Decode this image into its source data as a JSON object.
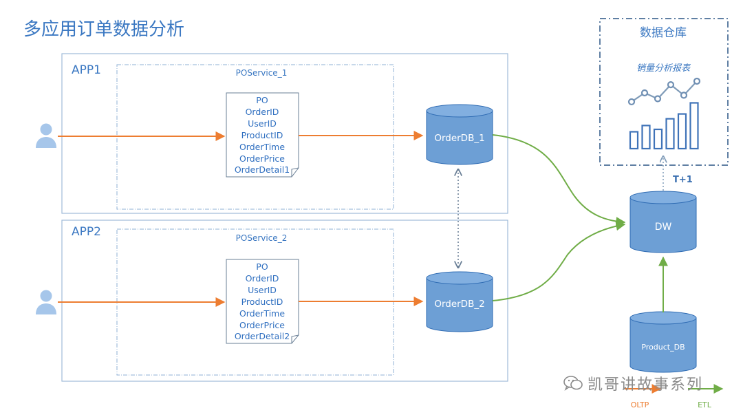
{
  "title": "多应用订单数据分析",
  "apps": [
    {
      "label": "APP1",
      "service": "POService_1",
      "po_fields": [
        "PO",
        "OrderID",
        "UserID",
        "ProductID",
        "OrderTime",
        "OrderPrice",
        "OrderDetail1"
      ],
      "db": "OrderDB_1"
    },
    {
      "label": "APP2",
      "service": "POService_2",
      "po_fields": [
        "PO",
        "OrderID",
        "UserID",
        "ProductID",
        "OrderTime",
        "OrderPrice",
        "OrderDetail2"
      ],
      "db": "OrderDB_2"
    }
  ],
  "warehouse": {
    "title": "数据仓库",
    "report": "销量分析报表",
    "t_label": "T+1",
    "chart_bars": [
      0.35,
      0.48,
      0.4,
      0.62,
      0.72,
      0.95
    ],
    "chart_line": [
      0.12,
      0.5,
      0.25,
      0.85,
      0.4,
      1.0
    ]
  },
  "dw": "DW",
  "product_db": "Product_DB",
  "legend": {
    "oltp": "OLTP",
    "etl": "ETL"
  },
  "colors": {
    "title": "#3b78c2",
    "orange": "#ed7d31",
    "green": "#70ad47",
    "db_fill": "#6d9fd5",
    "db_stroke": "#2e6bb3",
    "user": "#a6c6ea",
    "panel_border": "#9fbad8",
    "warehouse_border": "#5f7fa3"
  },
  "watermark": "凯哥讲故事系列"
}
